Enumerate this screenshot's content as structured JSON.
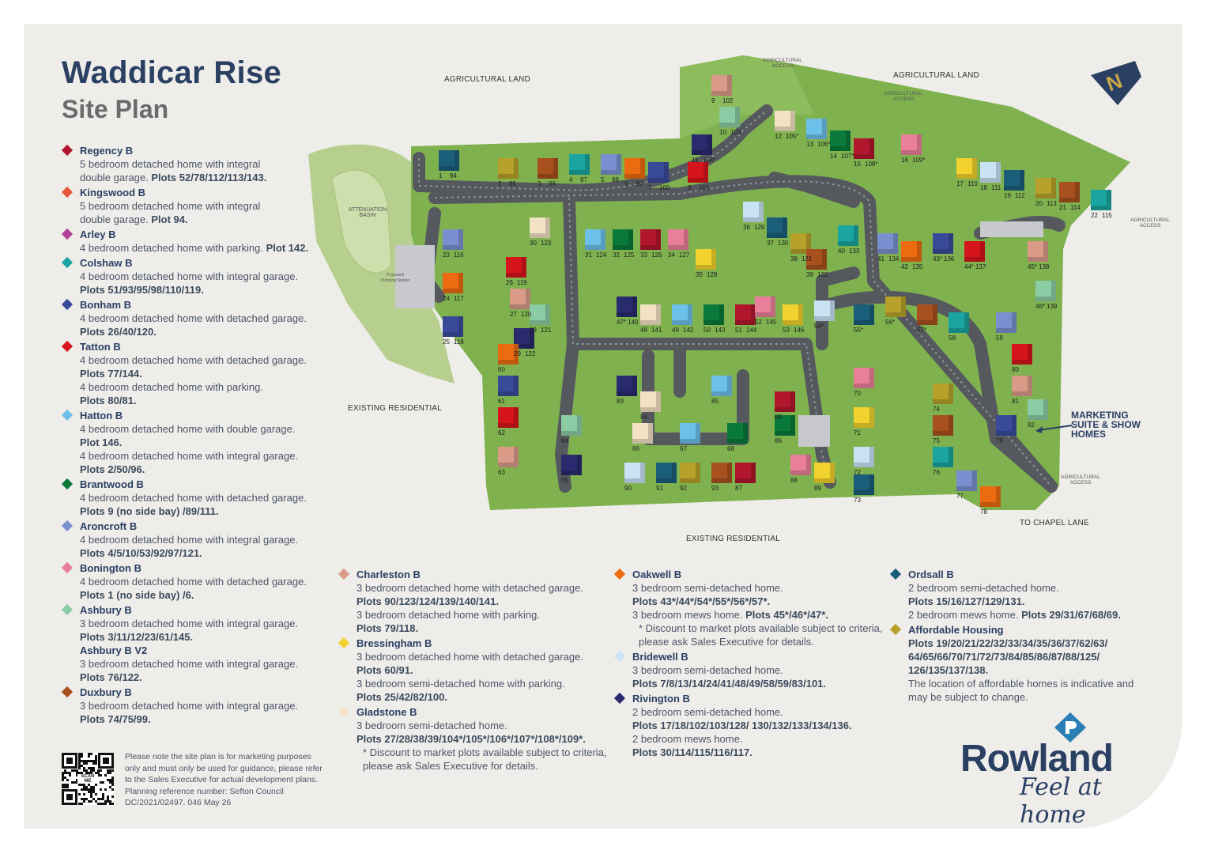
{
  "header": {
    "title": "Waddicar Rise",
    "subtitle": "Site Plan"
  },
  "legend_left": [
    {
      "name": "Regency B",
      "color": "#b0172c",
      "lines": [
        {
          "t": "desc",
          "v": "5 bedroom detached home with integral"
        },
        {
          "t": "mixed",
          "d": "double garage. ",
          "p": "Plots 52/78/112/113/143."
        }
      ]
    },
    {
      "name": "Kingswood B",
      "color": "#e8573a",
      "lines": [
        {
          "t": "desc",
          "v": "5 bedroom detached home with integral"
        },
        {
          "t": "mixed",
          "d": "double garage. ",
          "p": "Plot 94."
        }
      ]
    },
    {
      "name": "Arley B",
      "color": "#b4409a",
      "lines": [
        {
          "t": "mixed",
          "d": "4 bedroom detached home with parking. ",
          "p": "Plot 142."
        }
      ]
    },
    {
      "name": "Colshaw B",
      "color": "#1aa5a0",
      "lines": [
        {
          "t": "desc",
          "v": "4 bedroom detached home with integral garage."
        },
        {
          "t": "plots",
          "v": "Plots 51/93/95/98/110/119."
        }
      ]
    },
    {
      "name": "Bonham B",
      "color": "#3a4a9a",
      "lines": [
        {
          "t": "desc",
          "v": "4 bedroom detached home with detached garage."
        },
        {
          "t": "plots",
          "v": "Plots 26/40/120."
        }
      ]
    },
    {
      "name": "Tatton B",
      "color": "#d6141c",
      "lines": [
        {
          "t": "desc",
          "v": "4 bedroom detached home with detached garage."
        },
        {
          "t": "plots",
          "v": "Plots 77/144."
        },
        {
          "t": "desc",
          "v": "4 bedroom detached home with parking."
        },
        {
          "t": "plots",
          "v": "Plots 80/81."
        }
      ]
    },
    {
      "name": "Hatton B",
      "color": "#6cc0ea",
      "lines": [
        {
          "t": "desc",
          "v": "4 bedroom detached home with double garage."
        },
        {
          "t": "plots",
          "v": "Plot 146."
        },
        {
          "t": "desc",
          "v": "4 bedroom detached home with integral garage."
        },
        {
          "t": "plots",
          "v": "Plots 2/50/96."
        }
      ]
    },
    {
      "name": "Brantwood B",
      "color": "#0a7a3a",
      "lines": [
        {
          "t": "desc",
          "v": "4 bedroom detached home with detached garage."
        },
        {
          "t": "plots",
          "v": "Plots 9 (no side bay) /89/111."
        }
      ]
    },
    {
      "name": "Aroncroft B",
      "color": "#7a8fcf",
      "lines": [
        {
          "t": "desc",
          "v": "4 bedroom detached home with integral garage."
        },
        {
          "t": "plots",
          "v": "Plots 4/5/10/53/92/97/121."
        }
      ]
    },
    {
      "name": "Bonington B",
      "color": "#e97f9a",
      "lines": [
        {
          "t": "desc",
          "v": "4 bedroom detached home with detached garage."
        },
        {
          "t": "plots",
          "v": "Plots 1 (no side bay) /6."
        }
      ]
    },
    {
      "name": "Ashbury B",
      "color": "#8ccca4",
      "lines": [
        {
          "t": "desc",
          "v": "3 bedroom detached home with integral garage."
        },
        {
          "t": "plots",
          "v": "Plots 3/11/12/23/61/145."
        },
        {
          "t": "sub",
          "v": "Ashbury B V2"
        },
        {
          "t": "desc",
          "v": "3 bedroom detached home with integral garage."
        },
        {
          "t": "plots",
          "v": "Plots 76/122."
        }
      ]
    },
    {
      "name": "Duxbury B",
      "color": "#a8501e",
      "lines": [
        {
          "t": "desc",
          "v": "3 bedroom detached home with integral garage."
        },
        {
          "t": "plots",
          "v": "Plots 74/75/99."
        }
      ]
    }
  ],
  "legend_col2": [
    {
      "name": "Charleston B",
      "color": "#d99a88",
      "lines": [
        {
          "t": "desc",
          "v": "3 bedroom detached home with detached garage."
        },
        {
          "t": "plots",
          "v": "Plots 90/123/124/139/140/141."
        },
        {
          "t": "desc",
          "v": "3 bedroom detached home with parking."
        },
        {
          "t": "plots",
          "v": "Plots 79/118."
        }
      ]
    },
    {
      "name": "Bressingham B",
      "color": "#f2d22e",
      "lines": [
        {
          "t": "desc",
          "v": "3 bedroom detached home with detached garage."
        },
        {
          "t": "plots",
          "v": "Plots 60/91."
        },
        {
          "t": "desc",
          "v": "3 bedroom semi-detached home with parking."
        },
        {
          "t": "plots",
          "v": "Plots 25/42/82/100."
        }
      ]
    },
    {
      "name": "Gladstone B",
      "color": "#f3e3c4",
      "lines": [
        {
          "t": "desc",
          "v": "3 bedroom semi-detached home."
        },
        {
          "t": "plots",
          "v": "Plots 27/28/38/39/104*/105*/106*/107*/108*/109*."
        },
        {
          "t": "note",
          "v": "* Discount to market plots available subject to criteria,"
        },
        {
          "t": "note",
          "v": "please ask Sales Executive for details."
        }
      ]
    }
  ],
  "legend_col3": [
    {
      "name": "Oakwell B",
      "color": "#ec6a10",
      "lines": [
        {
          "t": "desc",
          "v": "3 bedroom semi-detached home."
        },
        {
          "t": "plots",
          "v": "Plots 43*/44*/54*/55*/56*/57*."
        },
        {
          "t": "mixed",
          "d": "3 bedroom mews home. ",
          "p": "Plots 45*/46*/47*."
        },
        {
          "t": "note",
          "v": "* Discount to market plots available subject to criteria,"
        },
        {
          "t": "note",
          "v": "please ask Sales Executive for details."
        }
      ]
    },
    {
      "name": "Bridewell B",
      "color": "#c9e3f4",
      "lines": [
        {
          "t": "desc",
          "v": "3 bedroom semi-detached home."
        },
        {
          "t": "plots",
          "v": "Plots 7/8/13/14/24/41/48/49/58/59/83/101."
        }
      ]
    },
    {
      "name": "Rivington B",
      "color": "#2a2a6e",
      "lines": [
        {
          "t": "desc",
          "v": "2 bedroom semi-detached home."
        },
        {
          "t": "plots",
          "v": "Plots 17/18/102/103/128/ 130/132/133/134/136."
        },
        {
          "t": "desc",
          "v": "2 bedroom mews home."
        },
        {
          "t": "plots",
          "v": "Plots 30/114/115/116/117."
        }
      ]
    }
  ],
  "legend_col4": [
    {
      "name": "Ordsall B",
      "color": "#1a5e7a",
      "lines": [
        {
          "t": "desc",
          "v": "2 bedroom semi-detached home."
        },
        {
          "t": "plots",
          "v": "Plots 15/16/127/129/131."
        },
        {
          "t": "mixed",
          "d": "2 bedroom mews home. ",
          "p": "Plots 29/31/67/68/69."
        }
      ]
    },
    {
      "name": "Affordable Housing",
      "color": "#b7a12a",
      "lines": [
        {
          "t": "plots",
          "v": "Plots 19/20/21/22/32/33/34/35/36/37/62/63/"
        },
        {
          "t": "plots",
          "v": "64/65/66/70/71/72/73/84/85/86/87/88/125/"
        },
        {
          "t": "plots",
          "v": "126/135/137/138."
        },
        {
          "t": "desc",
          "v": "The location of affordable homes is indicative and"
        },
        {
          "t": "desc",
          "v": "may be subject to change."
        }
      ]
    }
  ],
  "map_labels": {
    "agri_top_left": "AGRICULTURAL LAND",
    "agri_top_right": "AGRICULTURAL LAND",
    "agri_access_1": "AGRICULTURAL ACCESS",
    "agri_access_2": "AGRICULTURAL ACCESS",
    "agri_access_3": "AGRICULTURAL ACCESS",
    "agri_access_4": "AGRICULTURAL ACCESS",
    "attenuation": "ATTENUATION BASIN",
    "pumping": "Proposed Pumping Station",
    "existing_left": "EXISTING RESIDENTIAL",
    "existing_bottom": "EXISTING RESIDENTIAL",
    "chapel_lane": "TO CHAPEL LANE",
    "marketing": "MARKETING SUITE & SHOW HOMES"
  },
  "plot_numbers": [
    "1",
    "2",
    "3",
    "4",
    "5",
    "6",
    "7",
    "8",
    "9",
    "10",
    "11",
    "12",
    "13",
    "14",
    "15",
    "16",
    "17",
    "18",
    "19",
    "20",
    "21",
    "22",
    "23",
    "24",
    "25",
    "26",
    "27",
    "28",
    "29",
    "30",
    "31",
    "32",
    "33",
    "34",
    "35",
    "36",
    "37",
    "38",
    "39",
    "40",
    "41",
    "42",
    "43*",
    "44*",
    "45*",
    "46*",
    "47*",
    "48",
    "49",
    "50",
    "51",
    "52",
    "53",
    "54*",
    "55*",
    "56*",
    "57*",
    "58",
    "59",
    "60",
    "61",
    "62",
    "63",
    "64",
    "65",
    "66",
    "67",
    "68",
    "69",
    "70",
    "71",
    "72",
    "73",
    "74",
    "75",
    "76",
    "77",
    "78",
    "79",
    "80",
    "81",
    "82",
    "83",
    "84",
    "85",
    "86",
    "87",
    "88",
    "89",
    "90",
    "91",
    "92",
    "93",
    "94",
    "95",
    "96",
    "97",
    "98",
    "99",
    "100",
    "101",
    "102",
    "103",
    "104*",
    "105*",
    "106*",
    "107*",
    "108*",
    "109*",
    "110",
    "111",
    "112",
    "113",
    "114",
    "115",
    "116",
    "117",
    "118",
    "119",
    "120",
    "121",
    "122",
    "123",
    "124",
    "125",
    "126",
    "127",
    "128",
    "129",
    "130",
    "131",
    "132",
    "133",
    "134",
    "135",
    "136",
    "137",
    "138",
    "139",
    "140",
    "141",
    "142",
    "143",
    "144",
    "145",
    "146"
  ],
  "compass": {
    "letter": "N",
    "color": "#2a4063",
    "accent": "#c9a74a"
  },
  "disclaimer": "Please note the site plan is for marketing purposes only and must only be used for guidance, please refer to the Sales Executive for actual development plans. Planning reference number: Sefton Council DC/2021/02497. 046 May 26",
  "qr_label": "SCAN ME",
  "brand": {
    "name": "Rowland",
    "tagline": "Feel at home",
    "color": "#2a4063"
  }
}
